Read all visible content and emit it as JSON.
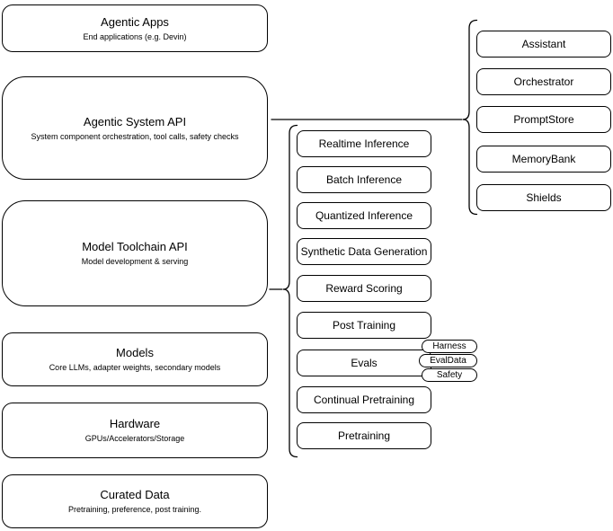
{
  "colors": {
    "stroke": "#000000",
    "background": "#ffffff",
    "text": "#000000"
  },
  "stack": {
    "agentic_apps": {
      "title": "Agentic Apps",
      "subtitle": "End applications (e.g. Devin)"
    },
    "agentic_system_api": {
      "title": "Agentic System API",
      "subtitle": "System component orchestration, tool calls, safety checks"
    },
    "model_toolchain_api": {
      "title": "Model Toolchain API",
      "subtitle": "Model development & serving"
    },
    "models": {
      "title": "Models",
      "subtitle": "Core LLMs, adapter weights, secondary models"
    },
    "hardware": {
      "title": "Hardware",
      "subtitle": "GPUs/Accelerators/Storage"
    },
    "curated_data": {
      "title": "Curated Data",
      "subtitle": "Pretraining, preference, post training."
    }
  },
  "toolchain_services": {
    "items": [
      "Realtime Inference",
      "Batch Inference",
      "Quantized Inference",
      "Synthetic Data Generation",
      "Reward Scoring",
      "Post Training",
      "Evals",
      "Continual Pretraining",
      "Pretraining"
    ],
    "evals_tags": [
      "Harness",
      "EvalData",
      "Safety"
    ]
  },
  "system_components": {
    "items": [
      "Assistant",
      "Orchestrator",
      "PromptStore",
      "MemoryBank",
      "Shields"
    ]
  }
}
